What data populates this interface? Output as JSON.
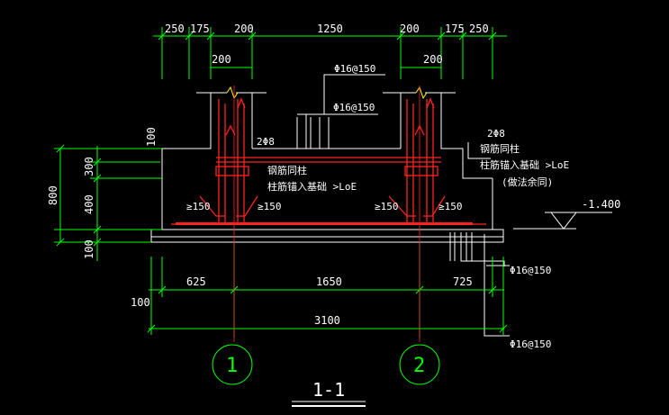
{
  "top_dims": {
    "d1": "250",
    "d2": "175",
    "d3": "200",
    "d4": "1250",
    "d5": "200",
    "d6": "175",
    "d7": "250",
    "col_left": "200",
    "col_right": "200"
  },
  "rebar": {
    "top_bar": "Φ16@150",
    "mid_bar": "Φ16@150",
    "stirrup_left": "2Φ8",
    "stirrup_right": "2Φ8",
    "dowel_left_1": "≥150",
    "dowel_left_2": "≥150",
    "dowel_right_1": "≥150",
    "dowel_right_2": "≥150",
    "bottom_bar_1": "Φ16@150",
    "bottom_bar_2": "Φ16@150"
  },
  "notes": {
    "left_line1": "钢筋同柱",
    "left_line2": "柱筋锚入基础 >LoE",
    "right_line1": "钢筋同柱",
    "right_line2": "柱筋锚入基础 >LoE",
    "right_line3": "(做法余同)"
  },
  "elevation": "-1.400",
  "left_dims": {
    "total": "800",
    "d300": "300",
    "d400": "400",
    "d100_top": "100",
    "d100_bot": "100",
    "d100_low": "100"
  },
  "bottom_dims": {
    "d625": "625",
    "d1650": "1650",
    "d725": "725",
    "total": "3100"
  },
  "axes": [
    "1",
    "2"
  ],
  "section_title": "1-1",
  "colors": {
    "background": "#000000",
    "dimension": "#00ff00",
    "rebar": "#ff2222",
    "outline": "#ffffff",
    "hatch": "#ffff00"
  }
}
